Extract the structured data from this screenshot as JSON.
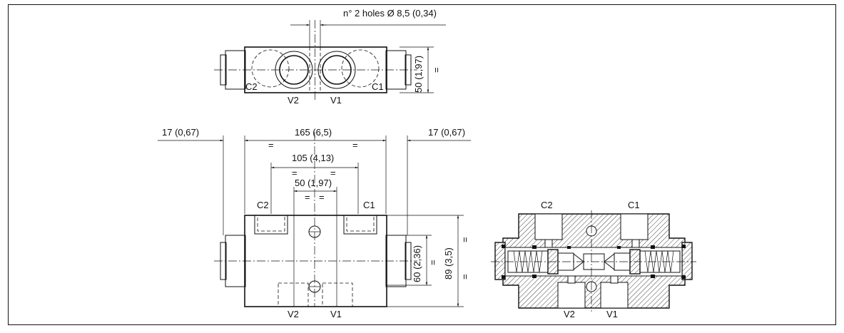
{
  "labels": {
    "holes_note": "n° 2 holes Ø 8,5 (0,34)",
    "port_c1": "C1",
    "port_c2": "C2",
    "port_v1": "V1",
    "port_v2": "V2"
  },
  "dimensions": {
    "top_height": "50 (1,97)",
    "side_left": "17 (0,67)",
    "overall_length": "165 (6,5)",
    "side_right": "17 (0,67)",
    "port_spacing": "105 (4,13)",
    "hole_spacing": "50 (1,97)",
    "body_height": "60 (2,36)",
    "overall_height": "89 (3,5)",
    "equal_sign": "="
  }
}
